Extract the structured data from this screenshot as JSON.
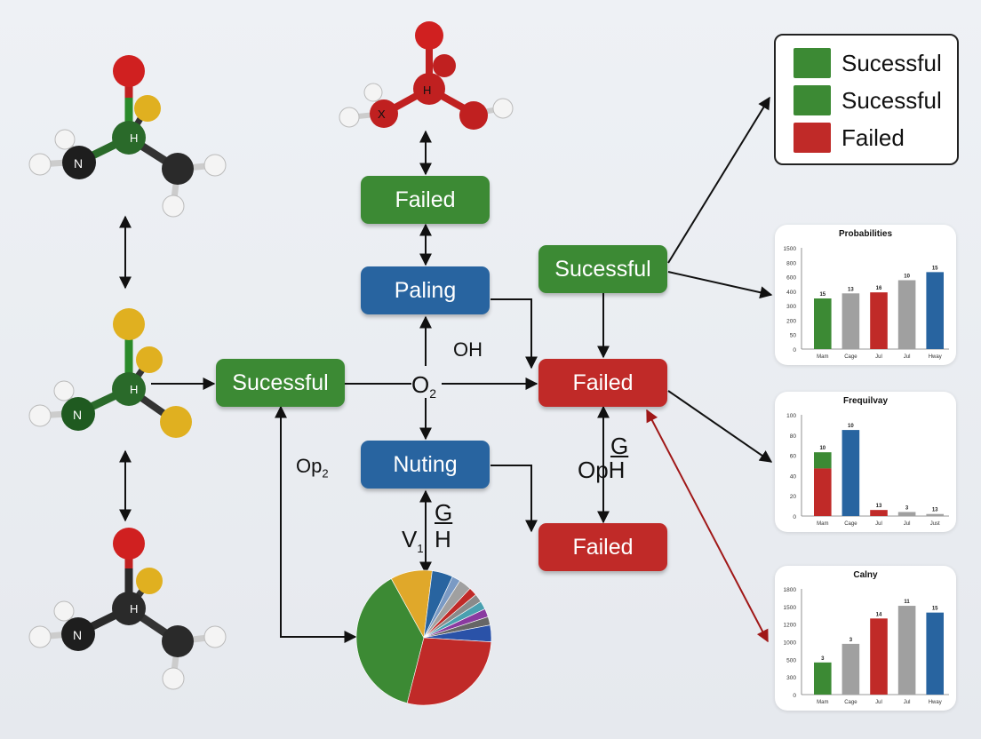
{
  "colors": {
    "green": "#3c8a34",
    "blue": "#2864a0",
    "red": "#c02a28",
    "gray": "#a0a0a0"
  },
  "nodes": {
    "failed_top": "Failed",
    "paling": "Paling",
    "sucessful_left": "Sucessful",
    "sucessful_right": "Sucessful",
    "failed_mid": "Failed",
    "nuting": "Nuting",
    "failed_bottom": "Failed"
  },
  "labels": {
    "o2": "O",
    "o2_sub": "2",
    "oh": "OH",
    "op2": "Op",
    "op2_sub": "2",
    "g_upper": "G",
    "oph": "OpH",
    "v": "V",
    "v_sub": "1",
    "g_lower": "G",
    "h_lower": "H"
  },
  "atoms": {
    "n": "N",
    "h": "H",
    "x": "X"
  },
  "legend": [
    {
      "label": "Sucessful",
      "color": "#3c8a34"
    },
    {
      "label": "Sucessful",
      "color": "#3c8a34"
    },
    {
      "label": "Failed",
      "color": "#c02a28"
    }
  ],
  "chart_data": [
    {
      "type": "bar",
      "title": "Probabilities",
      "categories": [
        "Mam",
        "Cage",
        "Jul",
        "Jul",
        "Hway"
      ],
      "values": [
        250,
        275,
        280,
        340,
        380
      ],
      "value_labels": [
        "15",
        "13",
        "16",
        "10",
        "15"
      ],
      "colors": [
        "#3c8a34",
        "#a0a0a0",
        "#c02a28",
        "#a0a0a0",
        "#2864a0"
      ],
      "yticks": [
        "1500",
        "800",
        "600",
        "400",
        "300",
        "200",
        "50",
        "0"
      ],
      "ylim": [
        0,
        500
      ]
    },
    {
      "type": "bar",
      "title": "Frequilvay",
      "categories": [
        "Mam",
        "Cage",
        "Jul",
        "Jul",
        "Just"
      ],
      "stacked_first": {
        "top": 63,
        "bottom": 47
      },
      "values": [
        63,
        85,
        6,
        4,
        2
      ],
      "value_labels": [
        "10",
        "10",
        "13",
        "3",
        "13"
      ],
      "colors": [
        "#3c8a34",
        "#2864a0",
        "#c02a28",
        "#a0a0a0",
        "#a0a0a0"
      ],
      "yticks": [
        "100",
        "80",
        "60",
        "40",
        "20",
        "0"
      ],
      "ylim": [
        0,
        100
      ]
    },
    {
      "type": "bar",
      "title": "Calny",
      "categories": [
        "Mam",
        "Cage",
        "Jul",
        "Jul",
        "Hway"
      ],
      "values": [
        380,
        600,
        900,
        1050,
        970
      ],
      "value_labels": [
        "3",
        "3",
        "14",
        "11",
        "15"
      ],
      "colors": [
        "#3c8a34",
        "#a0a0a0",
        "#c02a28",
        "#a0a0a0",
        "#2864a0"
      ],
      "yticks": [
        "1800",
        "1500",
        "1200",
        "1000",
        "500",
        "300",
        "0"
      ],
      "ylim": [
        0,
        1250
      ]
    }
  ],
  "pie": [
    {
      "value": 38,
      "color": "#3c8a34"
    },
    {
      "value": 10,
      "color": "#e0a82a"
    },
    {
      "value": 5,
      "color": "#2864a0"
    },
    {
      "value": 2,
      "color": "#7a9ac4"
    },
    {
      "value": 3,
      "color": "#a0a0a0"
    },
    {
      "value": 2,
      "color": "#c02a28"
    },
    {
      "value": 2,
      "color": "#8a8a8a"
    },
    {
      "value": 2,
      "color": "#4aa0b0"
    },
    {
      "value": 2,
      "color": "#8a3aa0"
    },
    {
      "value": 2,
      "color": "#666666"
    },
    {
      "value": 4,
      "color": "#2a52a8"
    },
    {
      "value": 28,
      "color": "#c02a28"
    }
  ]
}
